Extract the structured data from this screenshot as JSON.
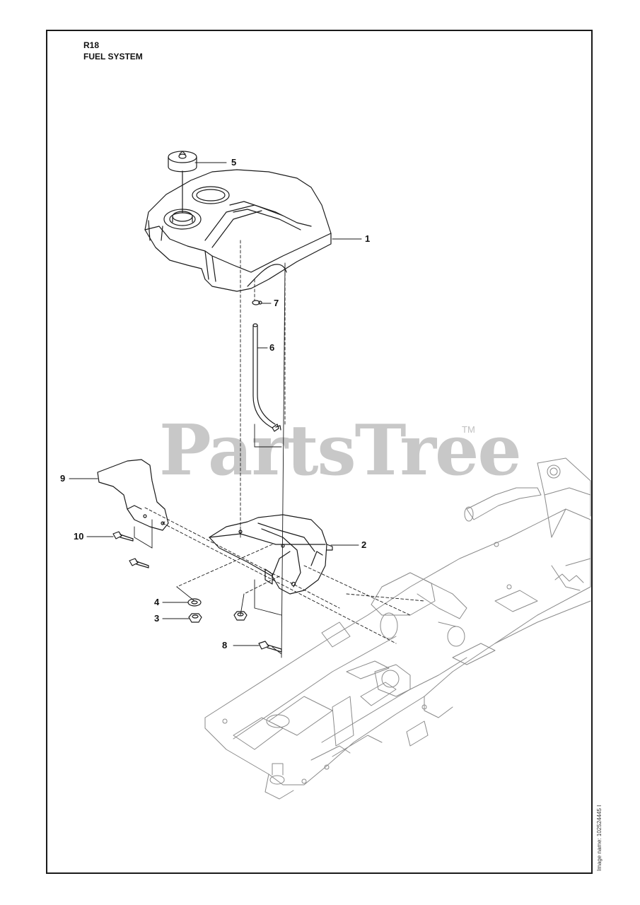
{
  "header": {
    "model": "R18",
    "section": "FUEL SYSTEM"
  },
  "watermark": {
    "text": "PartsTree",
    "mark": "TM"
  },
  "callouts": [
    {
      "id": "1",
      "label": "1",
      "part": "fuel tank"
    },
    {
      "id": "2",
      "label": "2",
      "part": "tank bracket"
    },
    {
      "id": "3",
      "label": "3",
      "part": "lock nut"
    },
    {
      "id": "4",
      "label": "4",
      "part": "washer"
    },
    {
      "id": "5",
      "label": "5",
      "part": "fuel cap"
    },
    {
      "id": "6",
      "label": "6",
      "part": "fuel hose"
    },
    {
      "id": "7",
      "label": "7",
      "part": "hose clamp"
    },
    {
      "id": "8",
      "label": "8",
      "part": "bolt"
    },
    {
      "id": "9",
      "label": "9",
      "part": "cover plate"
    },
    {
      "id": "10",
      "label": "10",
      "part": "bolt"
    }
  ],
  "footer": {
    "image_name": "Image name: 102524445 I"
  },
  "colors": {
    "line": "#1a1a1a",
    "fill": "#ffffff",
    "watermark": "#c8c8c8",
    "frame_lines": "#8a8a8a"
  }
}
